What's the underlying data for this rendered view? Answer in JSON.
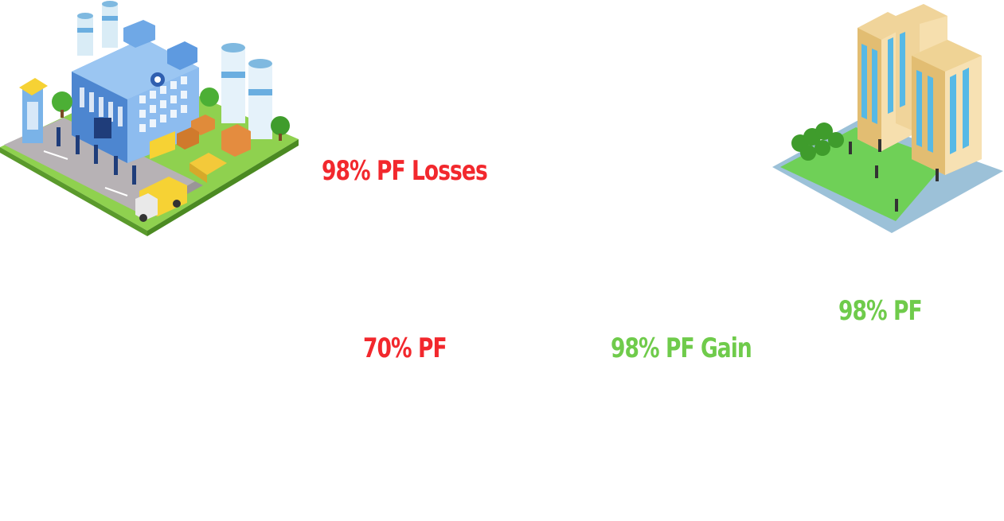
{
  "labels": {
    "pf_losses": "98% PF Losses",
    "pf_70": "70% PF",
    "pf_gain": "98% PF Gain",
    "pf_98": "98% PF"
  },
  "colors": {
    "loss_red": "#f2282d",
    "gain_green": "#6fcb4b"
  },
  "illustrations": {
    "left": "factory-illustration",
    "right": "office-building-illustration"
  }
}
